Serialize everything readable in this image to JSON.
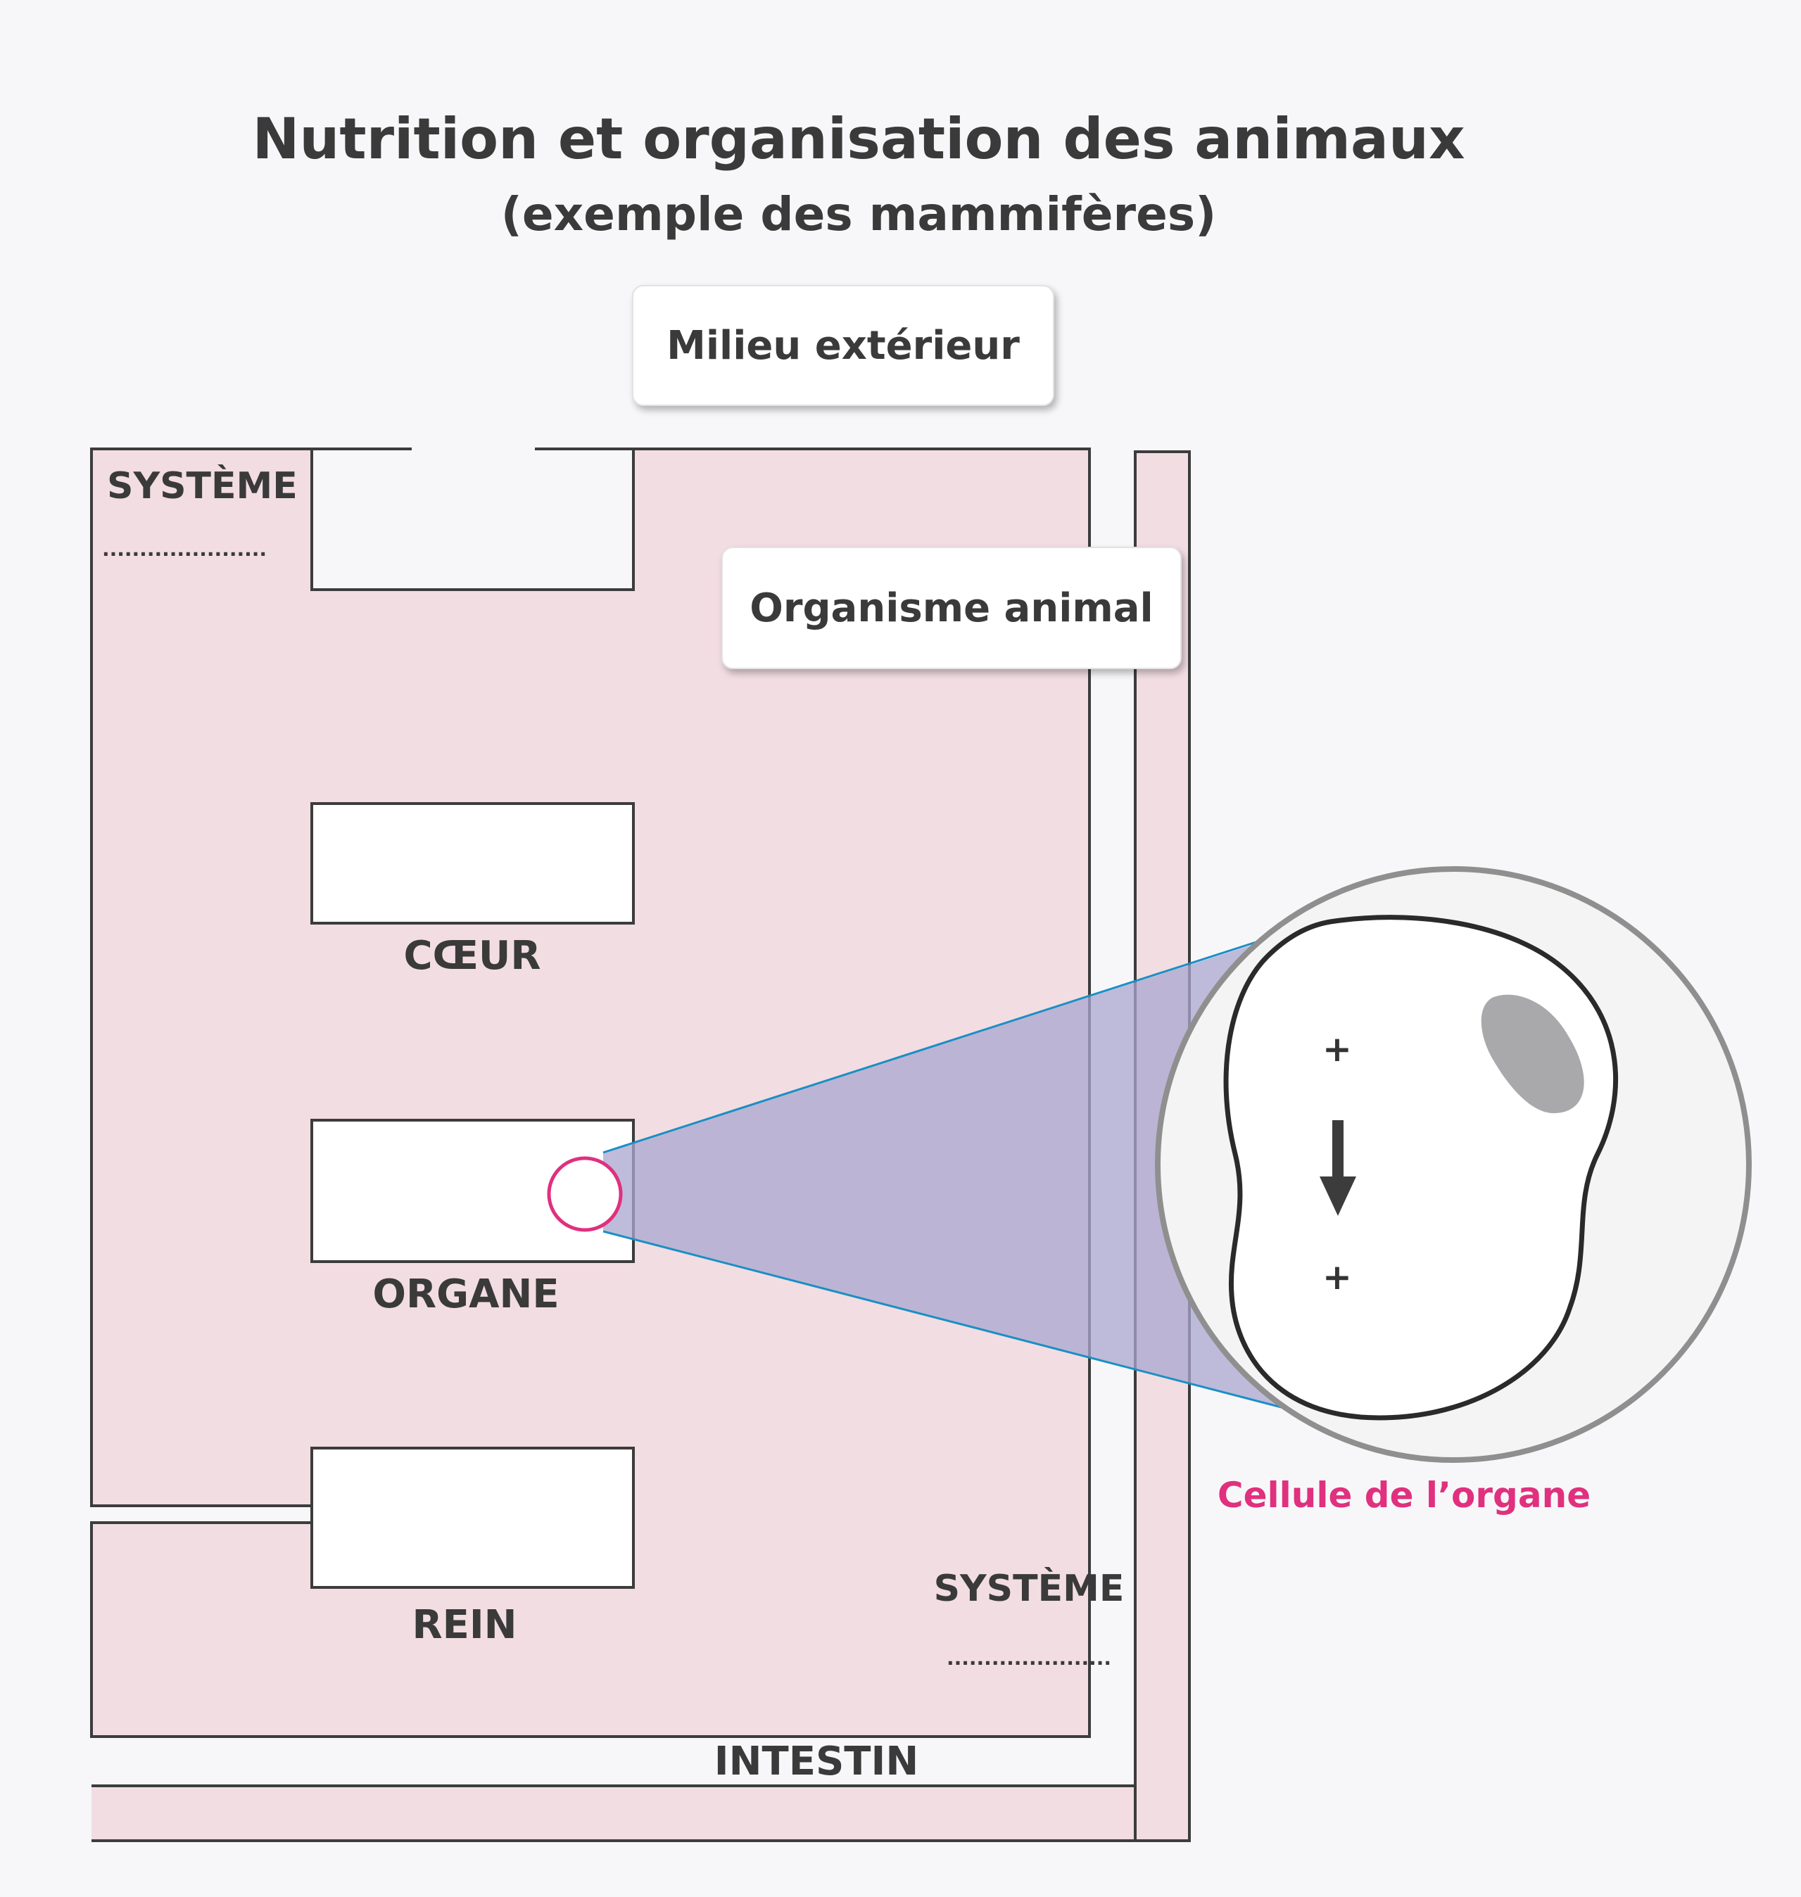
{
  "title": "Nutrition et organisation des animaux",
  "subtitle": "(exemple des mammifères)",
  "boxes": {
    "milieu": "Milieu extérieur",
    "organisme": "Organisme animal"
  },
  "labels": {
    "systeme_top": "SYSTÈME",
    "systeme_top_blank": "......................",
    "coeur": "CŒUR",
    "organe": "ORGANE",
    "rein": "REIN",
    "systeme_bottom": "SYSTÈME",
    "systeme_bottom_blank": "......................",
    "intestin": "INTESTIN",
    "cellule": "Cellule de l’organe"
  },
  "cell": {
    "plus_top": "+",
    "plus_bottom": "+"
  },
  "colors": {
    "pink_fill": "#f2dde3",
    "outline": "#3c3c3c",
    "zoom_blue": "#1a8fc4",
    "zoom_fill": "#a9a6cf",
    "magenta": "#e0307e",
    "nucleus": "#a9a9ab"
  }
}
